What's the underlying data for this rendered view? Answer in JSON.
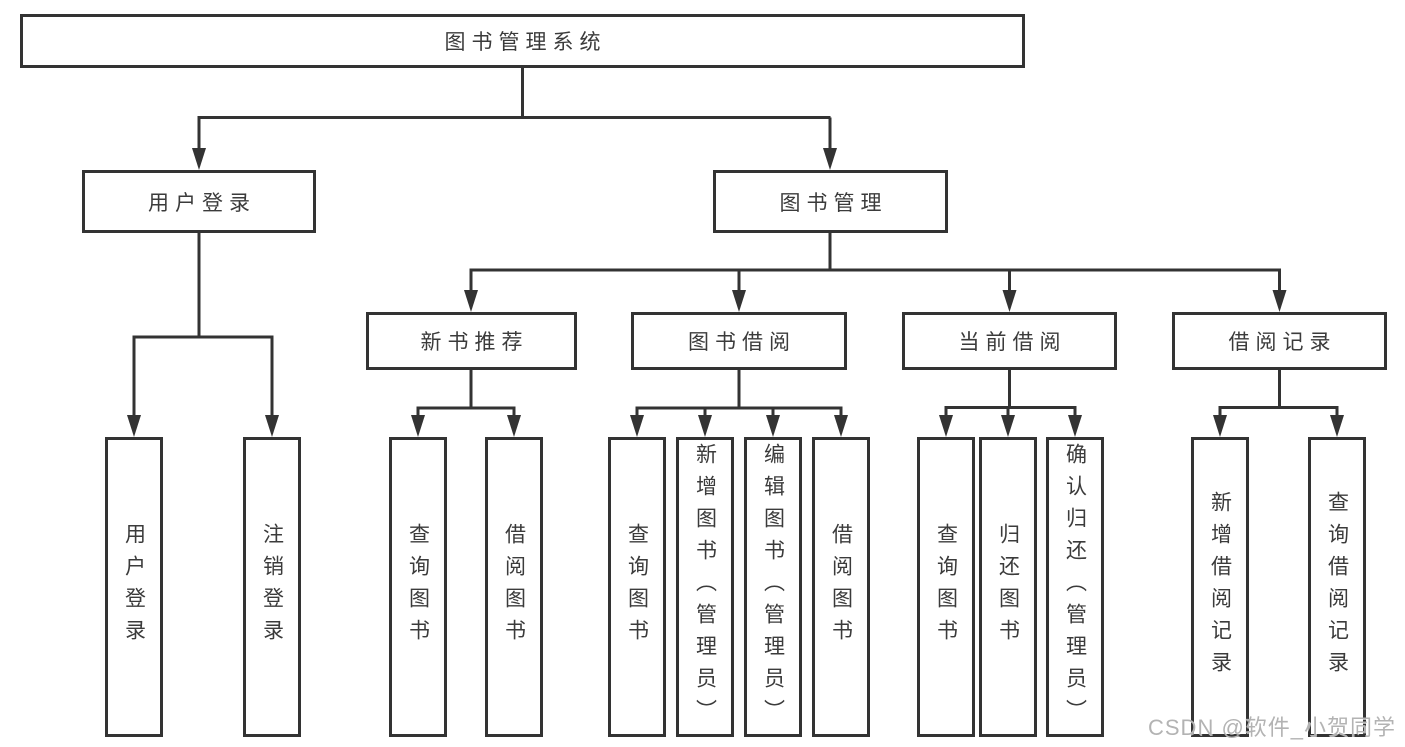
{
  "colors": {
    "line": "#333333",
    "text": "#3b3b3b",
    "box-bg": "#ffffff",
    "watermark": "#b3b3b3"
  },
  "nodes": {
    "root": "图书管理系统",
    "level2": {
      "user_login": "用户登录",
      "book_mgmt": "图书管理"
    },
    "level3": {
      "new_book": "新书推荐",
      "book_borrow": "图书借阅",
      "current_borrow": "当前借阅",
      "borrow_record": "借阅记录"
    },
    "leaves": {
      "user_login": [
        "用户登录",
        "注销登录"
      ],
      "new_book": [
        "查询图书",
        "借阅图书"
      ],
      "book_borrow": [
        "查询图书",
        "新增图书（管理员）",
        "编辑图书（管理员）",
        "借阅图书"
      ],
      "current_borrow": [
        "查询图书",
        "归还图书",
        "确认归还（管理员）"
      ],
      "borrow_record": [
        "新增借阅记录",
        "查询借阅记录"
      ]
    }
  },
  "watermark": "CSDN @软件_小贺同学"
}
